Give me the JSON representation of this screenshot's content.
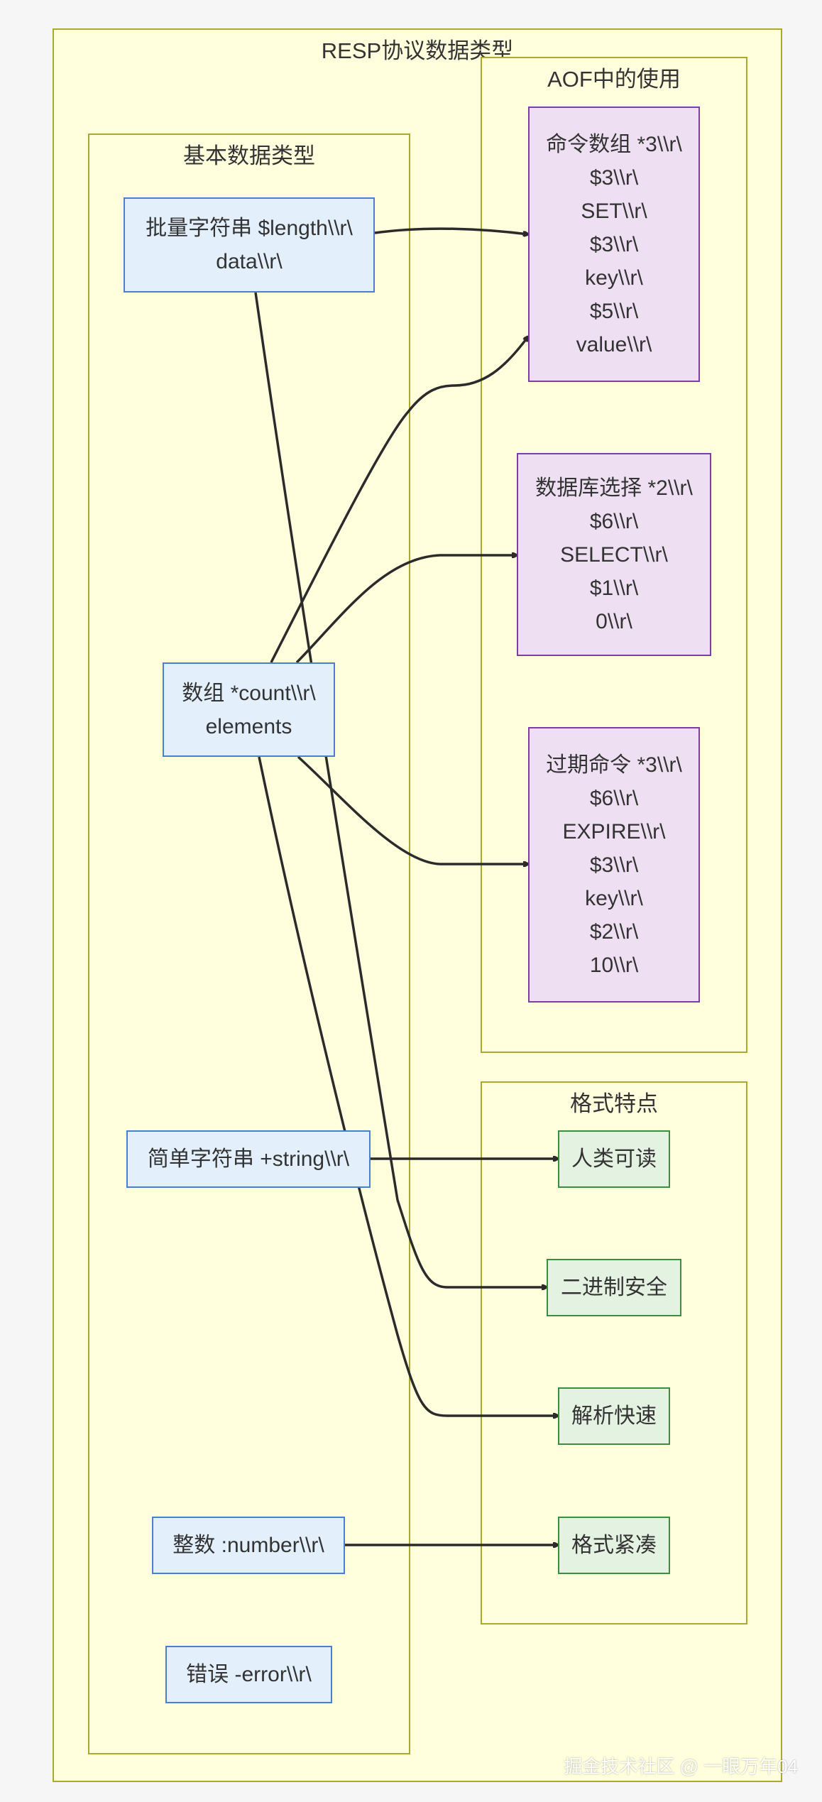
{
  "diagram": {
    "title": "RESP协议数据类型",
    "clusters": {
      "basic": {
        "title": "基本数据类型"
      },
      "aof": {
        "title": "AOF中的使用"
      },
      "features": {
        "title": "格式特点"
      }
    },
    "nodes": {
      "bulk_string": [
        "批量字符串 $length\\\\r\\",
        "data\\\\r\\"
      ],
      "array": [
        "数组 *count\\\\r\\",
        "elements"
      ],
      "simple_string": [
        "简单字符串 +string\\\\r\\"
      ],
      "integer": [
        "整数 :number\\\\r\\"
      ],
      "error": [
        "错误 -error\\\\r\\"
      ],
      "cmd_array": [
        "命令数组 *3\\\\r\\",
        "$3\\\\r\\",
        "SET\\\\r\\",
        "$3\\\\r\\",
        "key\\\\r\\",
        "$5\\\\r\\",
        "value\\\\r\\"
      ],
      "db_select": [
        "数据库选择 *2\\\\r\\",
        "$6\\\\r\\",
        "SELECT\\\\r\\",
        "$1\\\\r\\",
        "0\\\\r\\"
      ],
      "expire_cmd": [
        "过期命令 *3\\\\r\\",
        "$6\\\\r\\",
        "EXPIRE\\\\r\\",
        "$3\\\\r\\",
        "key\\\\r\\",
        "$2\\\\r\\",
        "10\\\\r\\"
      ],
      "human_readable": [
        "人类可读"
      ],
      "binary_safe": [
        "二进制安全"
      ],
      "fast_parse": [
        "解析快速"
      ],
      "compact": [
        "格式紧凑"
      ]
    },
    "edges": [
      {
        "from": "bulk_string",
        "to": "cmd_array"
      },
      {
        "from": "array",
        "to": "cmd_array"
      },
      {
        "from": "array",
        "to": "db_select"
      },
      {
        "from": "array",
        "to": "expire_cmd"
      },
      {
        "from": "simple_string",
        "to": "human_readable"
      },
      {
        "from": "bulk_string",
        "to": "binary_safe"
      },
      {
        "from": "array",
        "to": "fast_parse"
      },
      {
        "from": "integer",
        "to": "compact"
      }
    ]
  },
  "watermark": "掘金技术社区 @ 一眼万年04",
  "colors": {
    "cluster_fill": "#ffffde",
    "cluster_border": "#aaaa33",
    "basic_node_fill": "#e3f0fc",
    "basic_node_border": "#4a7fd0",
    "aof_node_fill": "#eee0f2",
    "aof_node_border": "#7b3fa6",
    "feature_node_fill": "#e4f2e1",
    "feature_node_border": "#3e8c3e",
    "edge": "#2b2b2b"
  }
}
